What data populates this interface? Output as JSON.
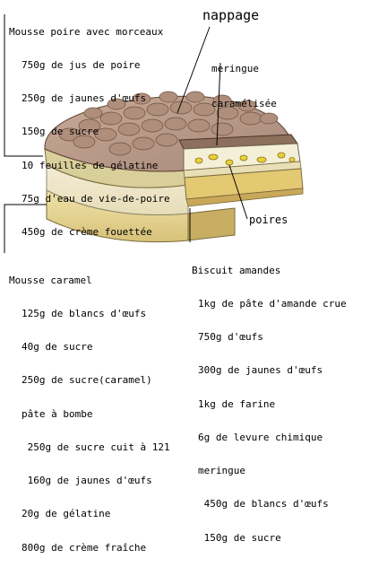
{
  "mousse_poire": {
    "title": "Mousse poire avec morceaux",
    "items": [
      "750g de jus de poire",
      "250g de jaunes d'œufs",
      "150g de sucre",
      "10 feuilles de gélatine",
      "75g d'eau de vie-de-poire",
      "450g de crème fouettée"
    ]
  },
  "nappage": {
    "label": "nappage"
  },
  "meringue": {
    "label_line1": "meringue",
    "label_line2": "caramélisée"
  },
  "poires": {
    "label": "poires"
  },
  "mousse_caramel": {
    "title": "Mousse caramel",
    "items": [
      "125g de blancs d'œufs",
      "40g de sucre",
      "250g de sucre(caramel)",
      "pâte à bombe",
      " 250g de sucre cuit à 121",
      " 160g de jaunes d'œufs",
      "20g de gélatine",
      "800g de crème fraîche"
    ]
  },
  "biscuit": {
    "title": "Biscuit amandes",
    "items": [
      "1kg de pâte d'amande crue",
      "750g d'œufs",
      "300g de jaunes d'œufs",
      "1kg de farine",
      "6g de levure chimique",
      "meringue",
      " 450g de blancs d'œufs",
      " 150g de sucre"
    ]
  }
}
